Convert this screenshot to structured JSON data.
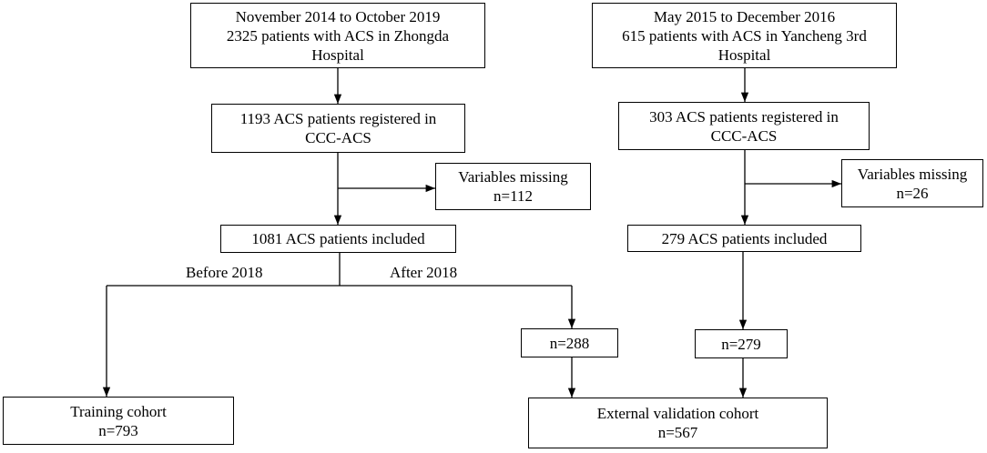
{
  "boxes": {
    "zhongda_source": {
      "line1": "November 2014 to October 2019",
      "line2": "2325 patients with ACS in Zhongda",
      "line3": "Hospital"
    },
    "yancheng_source": {
      "line1": "May 2015 to December 2016",
      "line2": "615 patients with ACS in Yancheng 3rd",
      "line3": "Hospital"
    },
    "zhongda_registered": {
      "line1": "1193 ACS patients registered in",
      "line2": "CCC-ACS"
    },
    "yancheng_registered": {
      "line1": "303 ACS patients registered in",
      "line2": "CCC-ACS"
    },
    "zhongda_missing": {
      "line1": "Variables missing",
      "line2": "n=112"
    },
    "yancheng_missing": {
      "line1": "Variables missing",
      "line2": "n=26"
    },
    "zhongda_included": {
      "line1": "1081 ACS patients included"
    },
    "yancheng_included": {
      "line1": "279 ACS patients included"
    },
    "after2018_count": {
      "line1": "n=288"
    },
    "yancheng_count": {
      "line1": "n=279"
    },
    "training": {
      "line1": "Training cohort",
      "line2": "n=793"
    },
    "external_validation": {
      "line1": "External validation cohort",
      "line2": "n=567"
    }
  },
  "labels": {
    "before_2018": "Before 2018",
    "after_2018": "After 2018"
  }
}
